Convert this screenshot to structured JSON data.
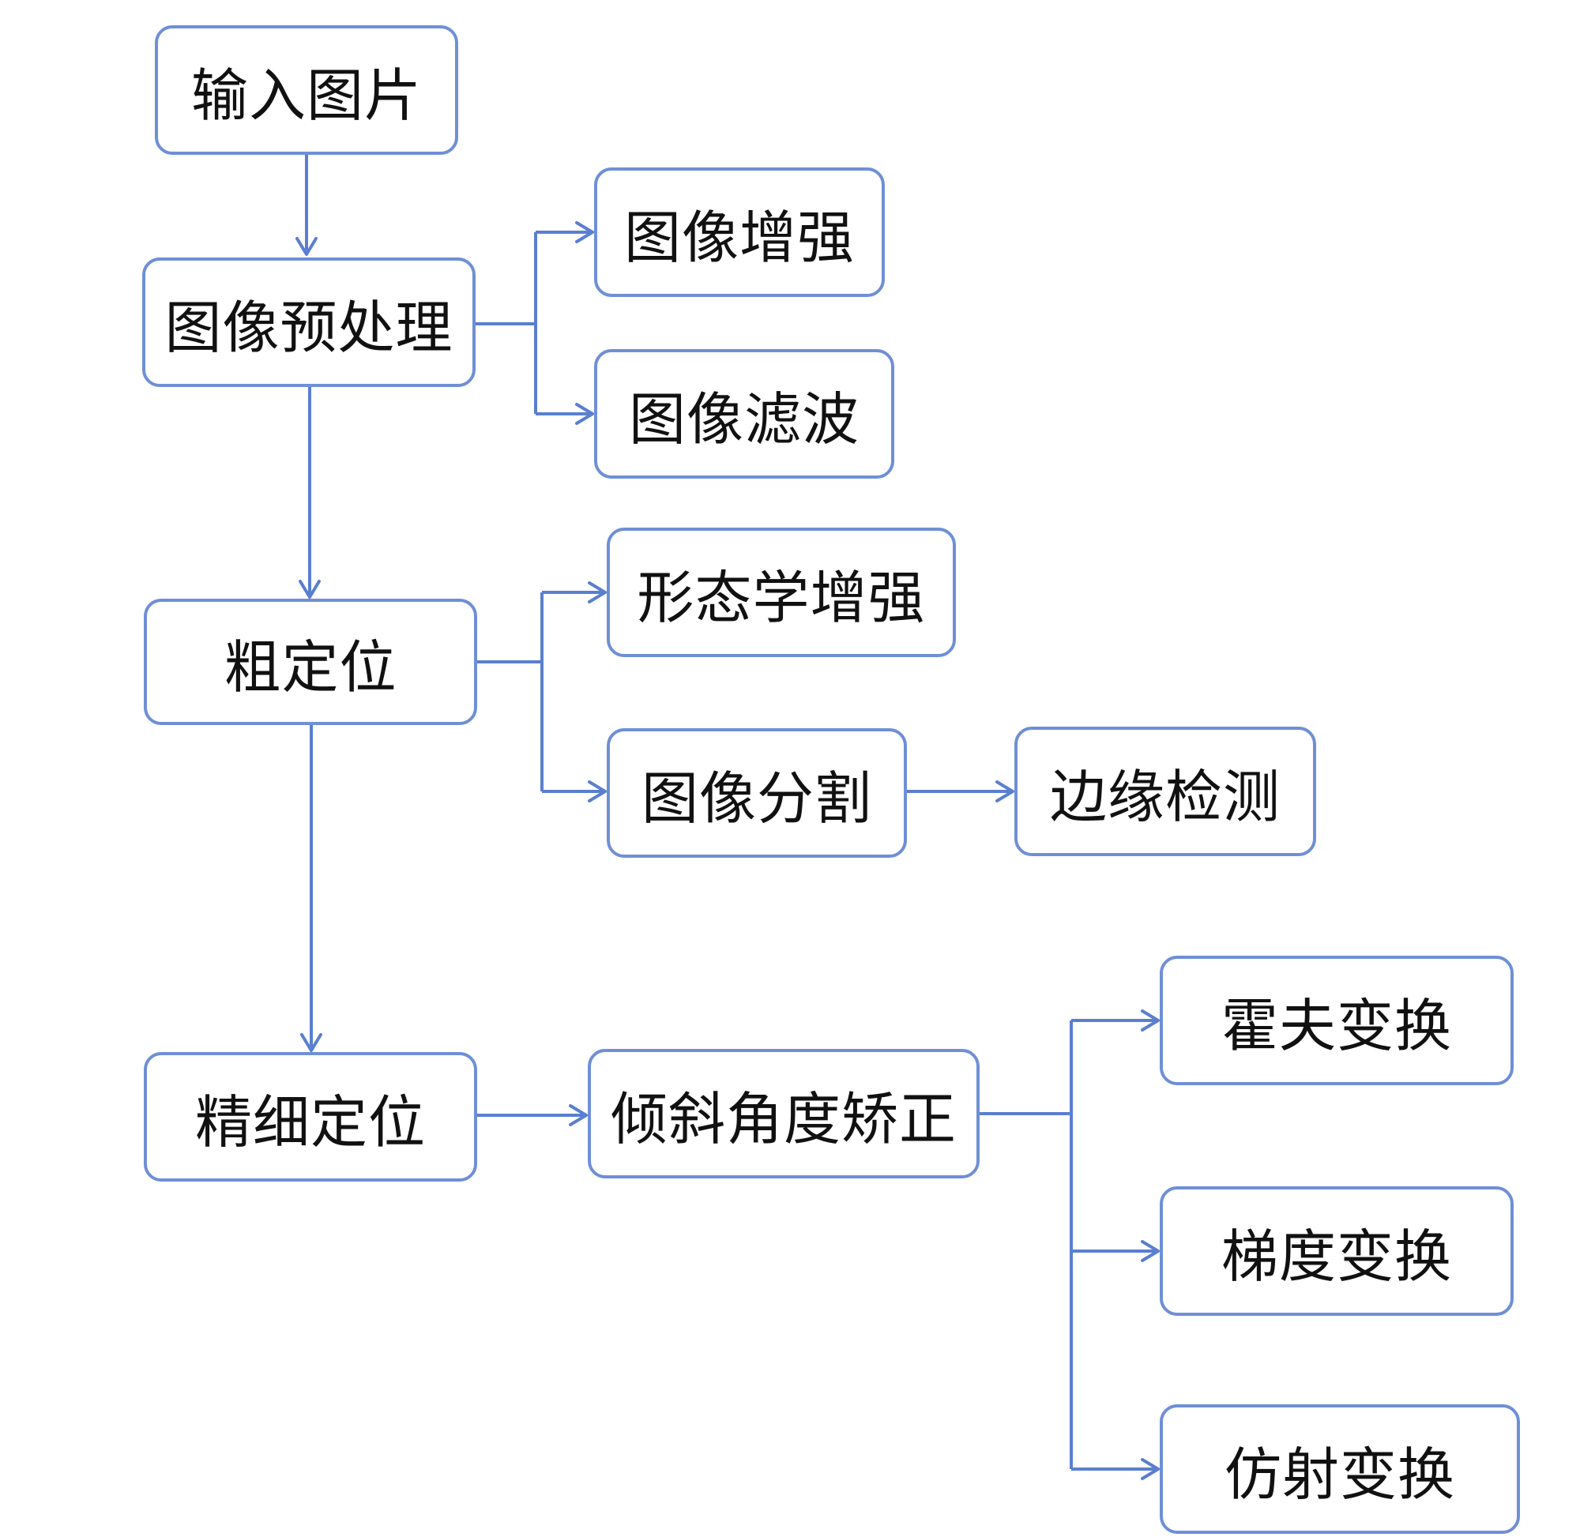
{
  "diagram": {
    "colors": {
      "border": "#6f8fd6",
      "connector": "#5a7fd0",
      "text": "#111111",
      "background": "#ffffff"
    },
    "nodes": {
      "input_image": "输入图片",
      "preprocess": "图像预处理",
      "enhance": "图像增强",
      "filter": "图像滤波",
      "coarse_locate": "粗定位",
      "morph_enhance": "形态学增强",
      "segment": "图像分割",
      "edge_detect": "边缘检测",
      "fine_locate": "精细定位",
      "tilt_correct": "倾斜角度矫正",
      "hough": "霍夫变换",
      "gradient": "梯度变换",
      "affine": "仿射变换"
    },
    "edges": [
      [
        "input_image",
        "preprocess"
      ],
      [
        "preprocess",
        "enhance"
      ],
      [
        "preprocess",
        "filter"
      ],
      [
        "preprocess",
        "coarse_locate"
      ],
      [
        "coarse_locate",
        "morph_enhance"
      ],
      [
        "coarse_locate",
        "segment"
      ],
      [
        "segment",
        "edge_detect"
      ],
      [
        "coarse_locate",
        "fine_locate"
      ],
      [
        "fine_locate",
        "tilt_correct"
      ],
      [
        "tilt_correct",
        "hough"
      ],
      [
        "tilt_correct",
        "gradient"
      ],
      [
        "tilt_correct",
        "affine"
      ]
    ]
  }
}
